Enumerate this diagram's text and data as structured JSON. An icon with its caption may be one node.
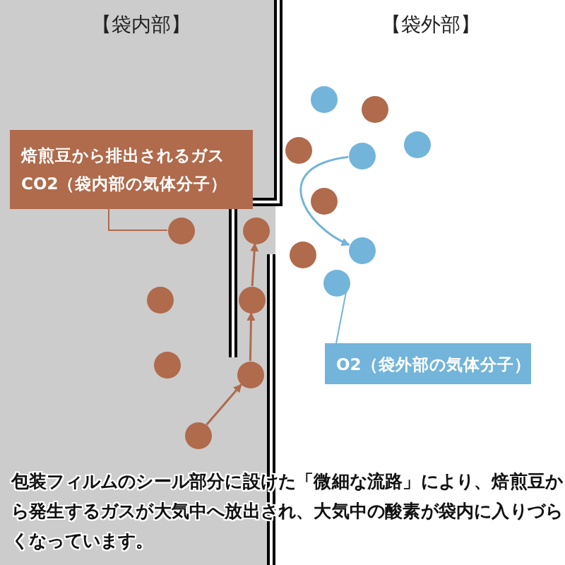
{
  "diagram": {
    "caption": "包装フィルムのシール部分に設けた「微細な流路」により、焙煎豆から発生するガスが大気中へ放出され、大気中の酸素が袋内に入りづらくなっています。",
    "nodes": [
      {
        "text": [
          "焙煎豆から排出されるガス",
          "CO2（袋内部の気体分子）"
        ]
      },
      {
        "text": [
          "O2（袋外部の気体分子）"
        ]
      },
      {
        "text": [],
        "shape": "circle"
      },
      {
        "text": [],
        "shape": "circle"
      },
      {
        "text": [],
        "shape": "circle"
      },
      {
        "text": [],
        "shape": "circle"
      },
      {
        "text": [],
        "shape": "circle"
      },
      {
        "text": [],
        "shape": "circle"
      },
      {
        "text": [],
        "shape": "circle"
      },
      {
        "text": [],
        "shape": "circle"
      },
      {
        "text": [],
        "shape": "circle"
      },
      {
        "text": [],
        "shape": "circle"
      },
      {
        "text": [],
        "shape": "circle"
      },
      {
        "text": [],
        "shape": "circle"
      },
      {
        "text": [],
        "shape": "circle"
      },
      {
        "text": [],
        "shape": "circle"
      },
      {
        "text": [],
        "shape": "circle"
      },
      {
        "text": [],
        "shape": "circle"
      }
    ],
    "edges": [
      {
        "from": 0,
        "to": 8,
        "arrow": "none"
      },
      {
        "from": 1,
        "to": 12,
        "arrow": "none",
        "color": "#73b4da"
      },
      {
        "from": 6,
        "to": 10,
        "arrow": "to",
        "color": "#73b4da"
      },
      {
        "from": 17,
        "to": 16,
        "arrow": "to"
      },
      {
        "from": 16,
        "to": 14,
        "arrow": "to"
      },
      {
        "from": 14,
        "to": 9,
        "arrow": "to"
      }
    ],
    "labels": [
      "【袋内部】",
      "【袋外部】"
    ]
  }
}
